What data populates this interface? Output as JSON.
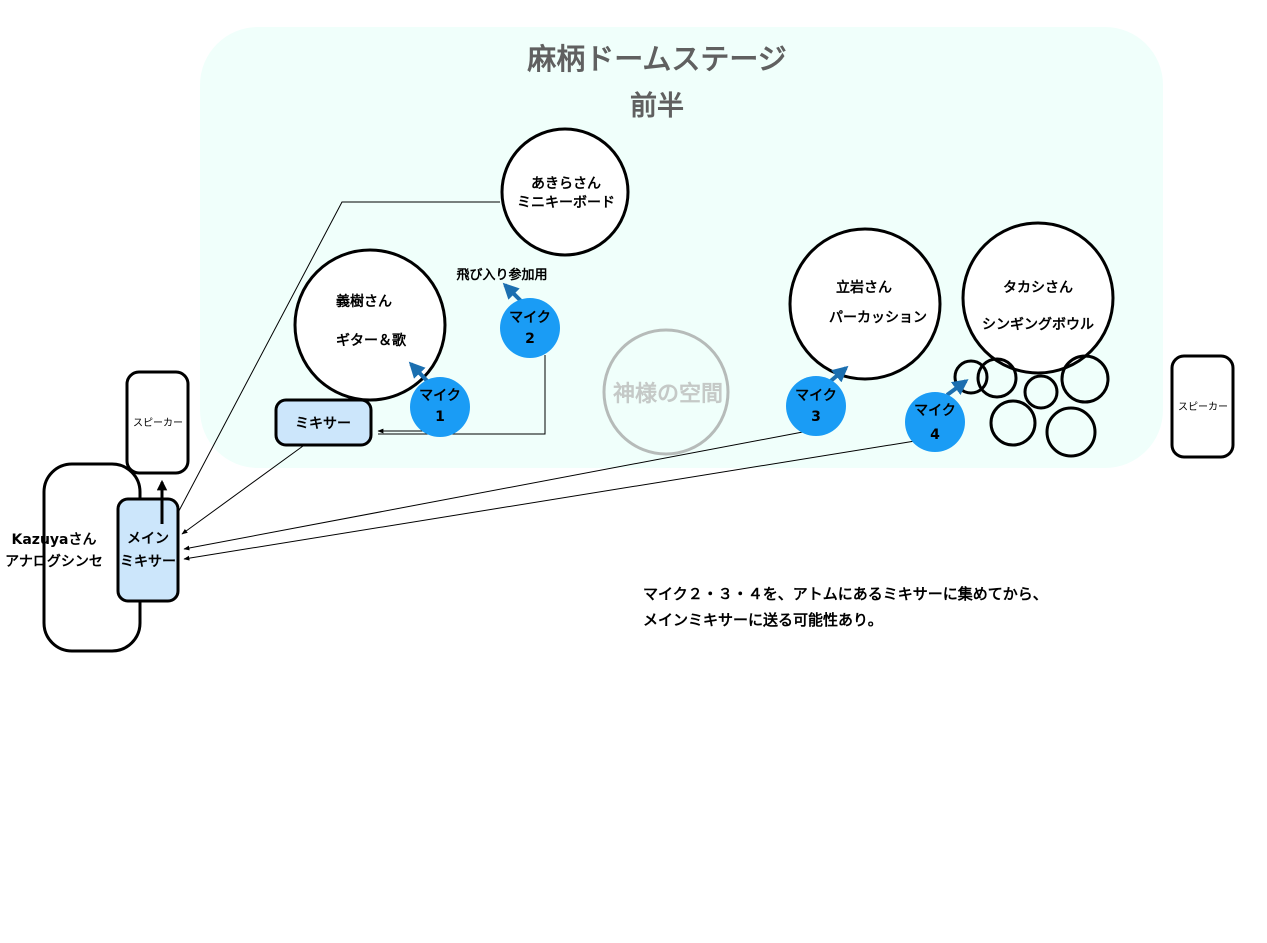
{
  "stage": {
    "title_line1": "麻柄ドームステージ",
    "title_line2": "前半",
    "fill": "#f0fffb"
  },
  "colors": {
    "mic_fill": "#1a9cf5",
    "mic_arrow": "#1b6fb0",
    "mixer_fill": "#cce6fb",
    "sacred_stroke": "#b6bbb9",
    "sacred_text": "#c5c9c7",
    "title_text": "#606060"
  },
  "performers": {
    "akira_line1": "あきらさん",
    "akira_line2": "ミニキーボード",
    "yoshiki_line1": "義樹さん",
    "yoshiki_line2": "ギター＆歌",
    "tateiwa_line1": "立岩さん",
    "tateiwa_line2": "パーカッション",
    "takashi_line1": "タカシさん",
    "takashi_line2": "シンギングボウル",
    "kazuya_line1": "Kazuyaさん",
    "kazuya_line2": "アナログシンセ"
  },
  "sacred_space": "神様の空間",
  "mics": {
    "label": "マイク",
    "mic1_num": "1",
    "mic2_num": "2",
    "mic3_num": "3",
    "mic4_num": "4",
    "drop_in_label": "飛び入り参加用"
  },
  "equipment": {
    "sub_mixer": "ミキサー",
    "main_mixer_line1": "メイン",
    "main_mixer_line2": "ミキサー",
    "speaker_left": "スピーカー",
    "speaker_right": "スピーカー"
  },
  "note": {
    "line1": "マイク２・３・４を、アトムにあるミキサーに集めてから、",
    "line2": "メインミキサーに送る可能性あり。"
  }
}
